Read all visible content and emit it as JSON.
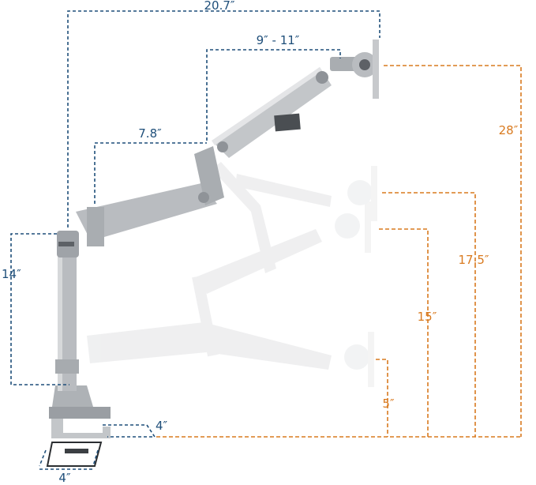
{
  "colors": {
    "blue_dimension": "#1f4f7a",
    "orange_dimension": "#d97a1f",
    "arm_silver": "#b9bcc0",
    "arm_dark": "#5d6166"
  },
  "dimensions": {
    "total_reach": "20.7″",
    "upper_arm_reach": "9″ - 11″",
    "lower_arm_reach": "7.8″",
    "pole_height": "14″",
    "base_depth": "4″",
    "base_width": "4″",
    "max_height": "28″",
    "height_mid_high": "17.5″",
    "height_mid_low": "15″",
    "min_height": "5″"
  }
}
